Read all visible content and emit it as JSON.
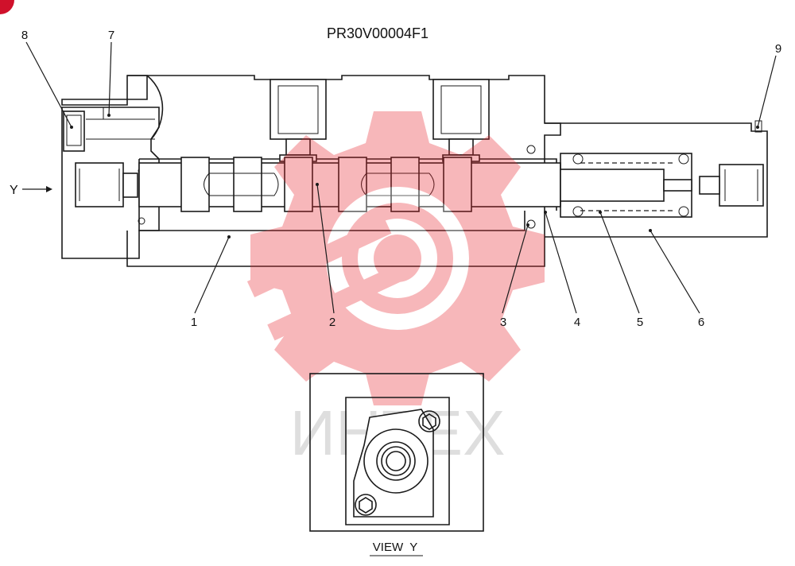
{
  "drawing": {
    "part_number": "PR30V00004F1",
    "view_caption": "VIEW  Y",
    "view_arrow_label": "Y",
    "watermark_text": "ИНТЕХ",
    "callouts": [
      "1",
      "2",
      "3",
      "4",
      "5",
      "6",
      "7",
      "8",
      "9"
    ]
  },
  "colors": {
    "line": "#1a1a1a",
    "watermark_red": "#e8242c",
    "watermark_gray": "#c8c8c8",
    "corner_badge": "#d0112b"
  }
}
